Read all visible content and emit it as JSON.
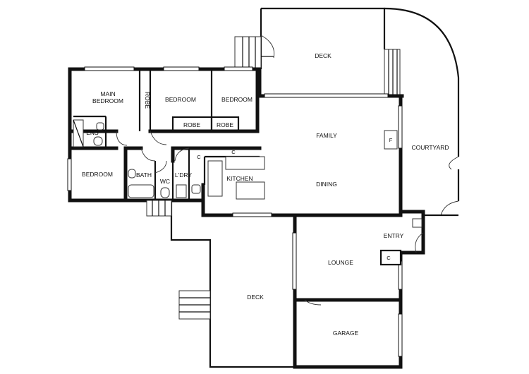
{
  "plan": {
    "rooms": {
      "deck_top": "DECK",
      "courtyard": "COURTYARD",
      "main_bedroom_line1": "MAIN",
      "main_bedroom_line2": "BEDROOM",
      "robe_vertical": "ROBE",
      "bedroom_2": "BEDROOM",
      "bedroom_3": "BEDROOM",
      "robe_2": "ROBE",
      "robe_3": "ROBE",
      "ensuite": "ENS",
      "bedroom_4": "BEDROOM",
      "bath": "BATH",
      "wc": "WC",
      "laundry": "L'DRY",
      "kitchen": "KITCHEN",
      "family": "FAMILY",
      "dining": "DINING",
      "fridge": "F",
      "entry": "ENTRY",
      "lounge": "LOUNGE",
      "coat_cupboard": "C",
      "laundry_cupboard": "C",
      "kitchen_cupboard": "C",
      "deck_bottom": "DECK",
      "garage": "GARAGE"
    }
  }
}
